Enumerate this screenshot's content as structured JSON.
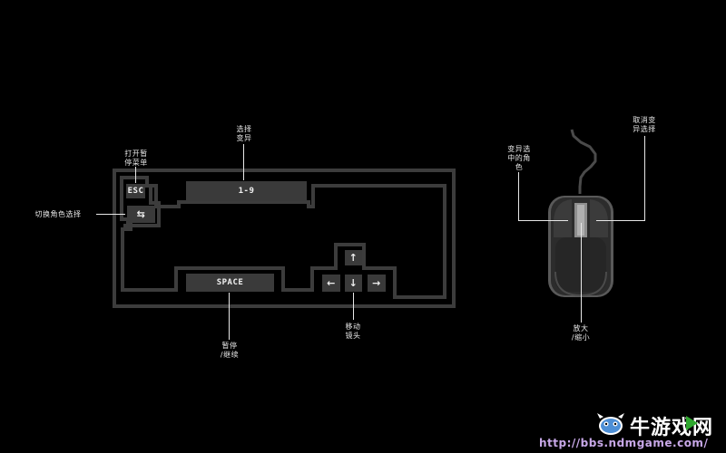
{
  "keyboard": {
    "esc_key": "ESC",
    "swap_key": "⇆",
    "number_key": "1-9",
    "space_key": "SPACE",
    "arrow_up": "↑",
    "arrow_left": "←",
    "arrow_down": "↓",
    "arrow_right": "→"
  },
  "labels": {
    "open_menu": "打开暂\n停菜单",
    "switch_character": "切换角色选择",
    "select_mutation": "选择\n变异",
    "pause_resume": "暂停\n/继续",
    "move_camera": "移动\n镜头",
    "mutate_selected": "变异选\n中的角\n色",
    "cancel_mutation": "取消变\n异选择",
    "zoom": "放大\n/缩小"
  },
  "watermark": {
    "site_name": "牛游戏网",
    "url": "http://bbs.ndmgame.com/"
  },
  "colors": {
    "background": "#000000",
    "outline": "#3c3c3c",
    "key_fill": "#3a3a3a",
    "label": "#e8e8e8",
    "watermark_green": "#2fa82f"
  }
}
